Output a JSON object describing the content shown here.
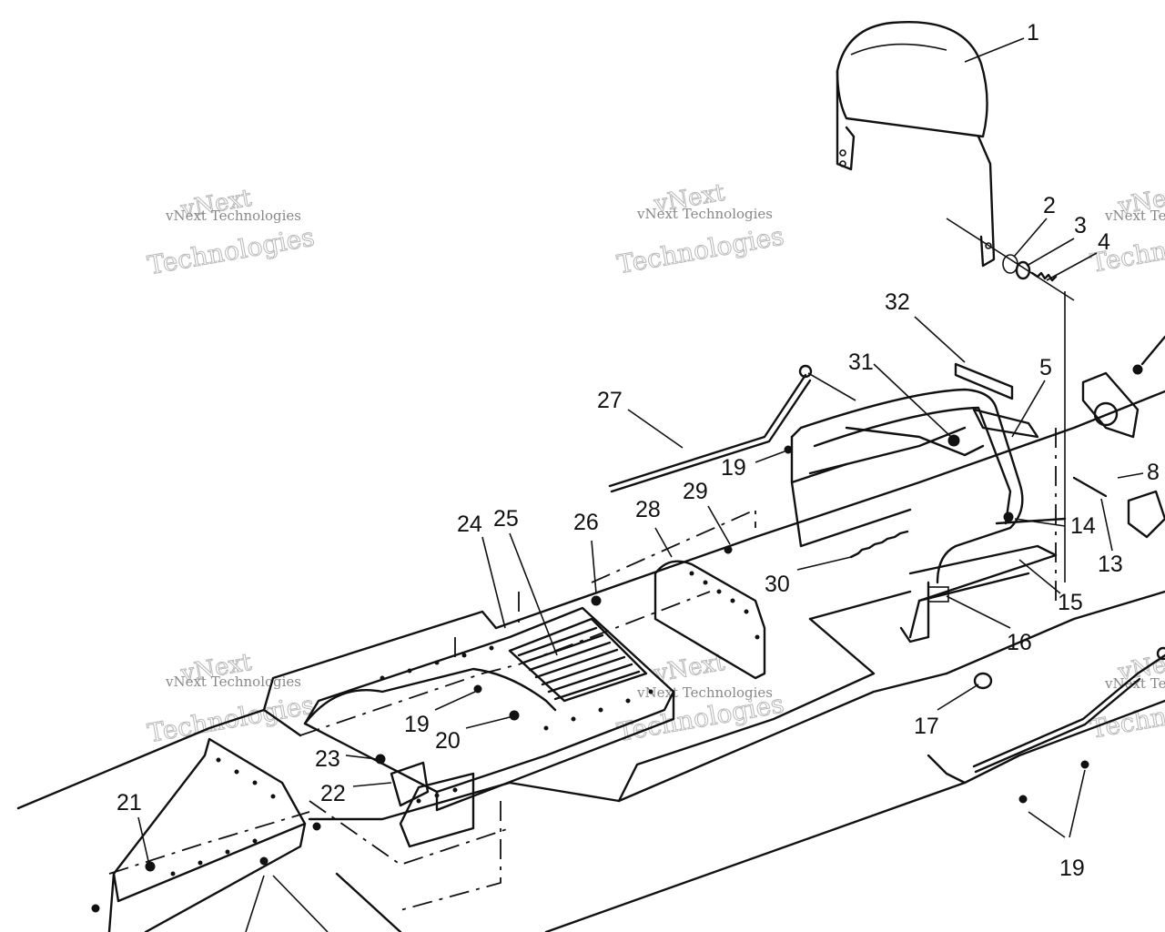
{
  "watermark": {
    "line_small": "vNext Technologies",
    "line_big_top": "vNext",
    "line_big_bottom": "Technologies"
  },
  "callouts": [
    {
      "id": "c1",
      "label": "1"
    },
    {
      "id": "c2",
      "label": "2"
    },
    {
      "id": "c3",
      "label": "3"
    },
    {
      "id": "c4",
      "label": "4"
    },
    {
      "id": "c5",
      "label": "5"
    },
    {
      "id": "c8",
      "label": "8"
    },
    {
      "id": "c13",
      "label": "13"
    },
    {
      "id": "c14",
      "label": "14"
    },
    {
      "id": "c15",
      "label": "15"
    },
    {
      "id": "c16",
      "label": "16"
    },
    {
      "id": "c17",
      "label": "17"
    },
    {
      "id": "c19a",
      "label": "19"
    },
    {
      "id": "c19b",
      "label": "19"
    },
    {
      "id": "c19c",
      "label": "19"
    },
    {
      "id": "c20",
      "label": "20"
    },
    {
      "id": "c21",
      "label": "21"
    },
    {
      "id": "c22",
      "label": "22"
    },
    {
      "id": "c23",
      "label": "23"
    },
    {
      "id": "c24",
      "label": "24"
    },
    {
      "id": "c25",
      "label": "25"
    },
    {
      "id": "c26",
      "label": "26"
    },
    {
      "id": "c27",
      "label": "27"
    },
    {
      "id": "c28",
      "label": "28"
    },
    {
      "id": "c29",
      "label": "29"
    },
    {
      "id": "c30",
      "label": "30"
    },
    {
      "id": "c31",
      "label": "31"
    },
    {
      "id": "c32",
      "label": "32"
    }
  ]
}
